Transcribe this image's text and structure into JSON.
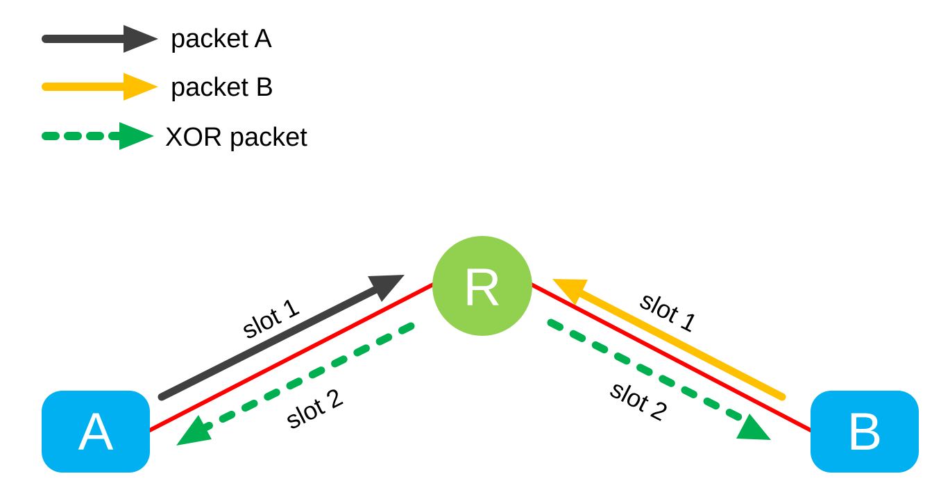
{
  "legend": {
    "items": [
      {
        "label": "packet A",
        "color": "#404040",
        "style": "solid"
      },
      {
        "label": "packet B",
        "color": "#ffc000",
        "style": "solid"
      },
      {
        "label": "XOR packet",
        "color": "#00b050",
        "style": "dashed"
      }
    ]
  },
  "nodes": {
    "a": {
      "label": "A",
      "color": "#00b0f0"
    },
    "r": {
      "label": "R",
      "color": "#92d050"
    },
    "b": {
      "label": "B",
      "color": "#00b0f0"
    }
  },
  "links": {
    "color": "#ff0000"
  },
  "slots": {
    "a_to_r": "slot 1",
    "r_to_a": "slot 2",
    "b_to_r": "slot 1",
    "r_to_b": "slot 2"
  }
}
